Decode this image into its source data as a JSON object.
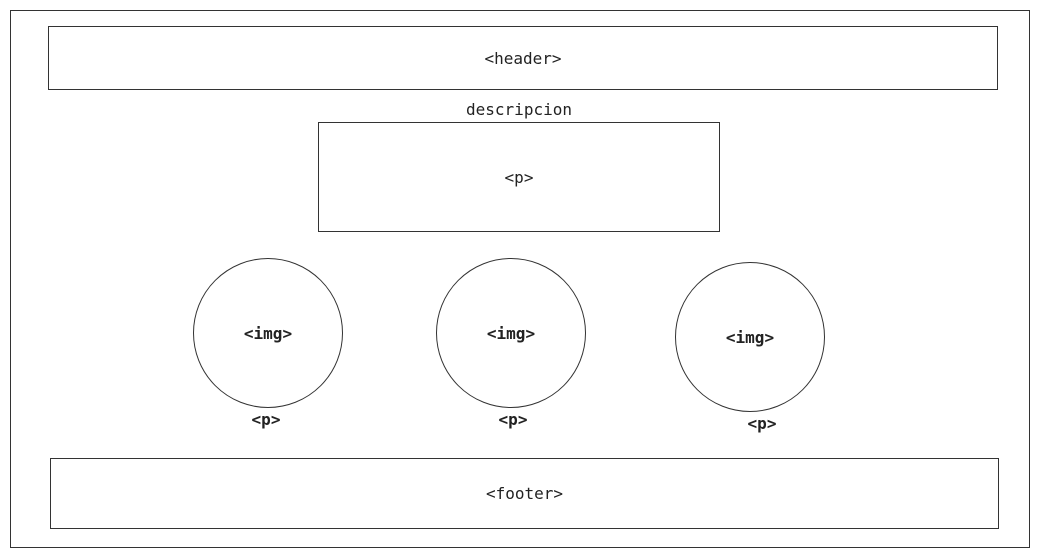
{
  "header": {
    "label": "<header>"
  },
  "descripcion": {
    "title": "descripcion",
    "paragraph": "<p>"
  },
  "gallery": [
    {
      "image": "<img>",
      "caption": "<p>"
    },
    {
      "image": "<img>",
      "caption": "<p>"
    },
    {
      "image": "<img>",
      "caption": "<p>"
    }
  ],
  "footer": {
    "label": "<footer>"
  }
}
